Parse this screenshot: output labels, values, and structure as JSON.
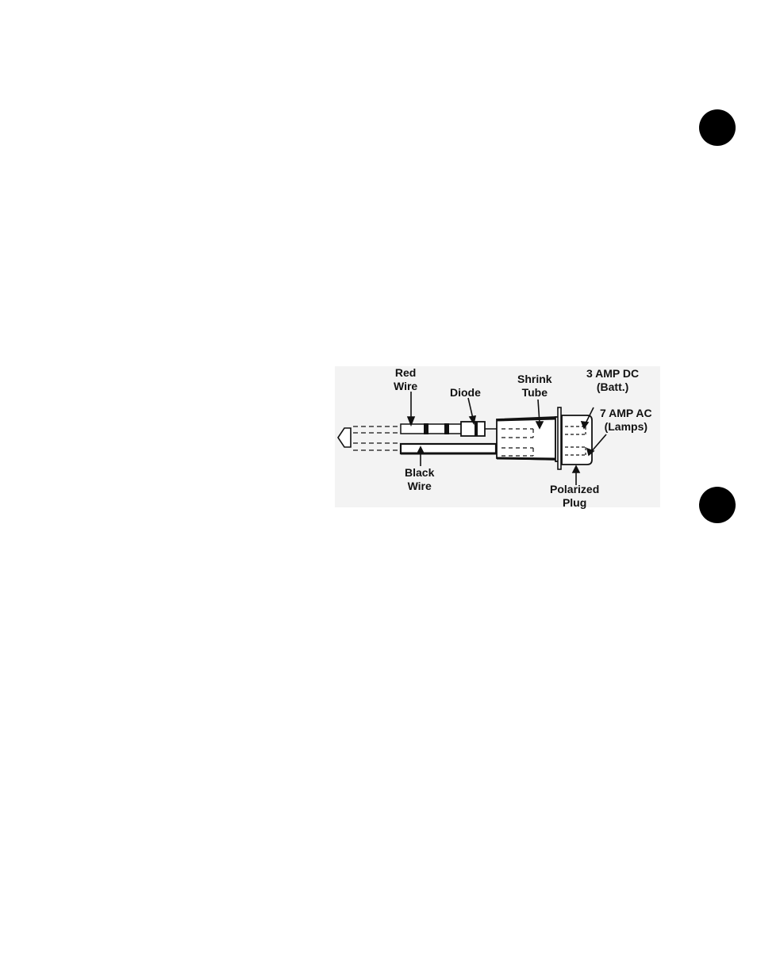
{
  "diagram": {
    "labels": {
      "red_wire": [
        "Red",
        "Wire"
      ],
      "diode": [
        "Diode"
      ],
      "shrink_tube": [
        "Shrink",
        "Tube"
      ],
      "dc_fuse": [
        "3 AMP DC",
        "(Batt.)"
      ],
      "ac_fuse": [
        "7 AMP AC",
        "(Lamps)"
      ],
      "black_wire": [
        "Black",
        "Wire"
      ],
      "polarized_plug": [
        "Polarized",
        "Plug"
      ]
    }
  },
  "colors": {
    "ink": "#111111",
    "paper": "#ffffff",
    "shading": "#f2f2f2"
  }
}
